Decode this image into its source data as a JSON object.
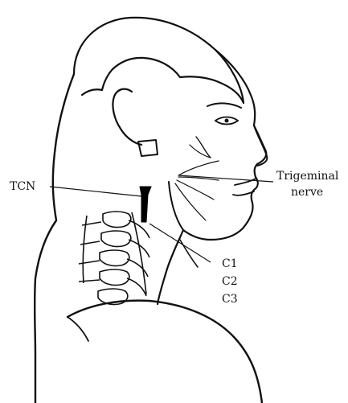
{
  "labels": {
    "tcn": "TCN",
    "trigeminal_line1": "Trigeminal",
    "trigeminal_line2": "nerve",
    "c1": "C1",
    "c2": "C2",
    "c3": "C3"
  },
  "colors": {
    "outline": "#111111",
    "background": "#ffffff",
    "nucleus": "#000000"
  },
  "icons": {
    "figure": "head-and-neck-line-drawing"
  }
}
